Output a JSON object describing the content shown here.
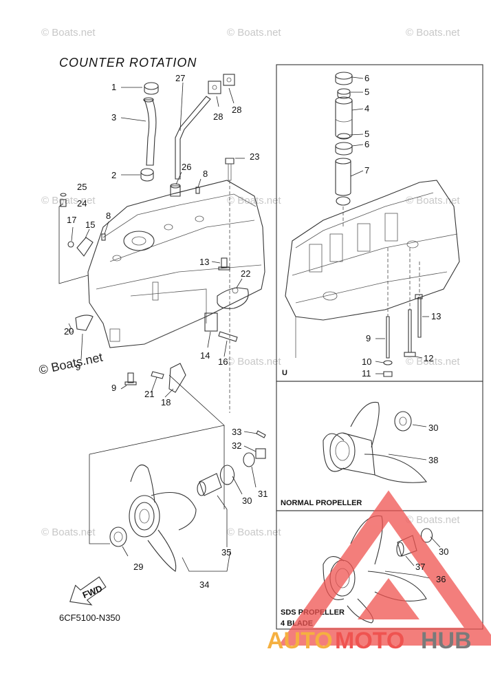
{
  "title": "COUNTER ROTATION",
  "code": "6CF5100-N350",
  "watermark": "© Boats.net",
  "panels": {
    "u_label": "U",
    "normal_propeller": "NORMAL PROPELLER",
    "sds_propeller": "SDS PROPELLER",
    "sds_blade": "4 BLADE"
  },
  "fwd": "FWD",
  "brand": {
    "part1": "AUTO",
    "part2": "MOTO",
    "part3": "HUB"
  },
  "labels": {
    "p1": "1",
    "p2": "2",
    "p3": "3",
    "p8a": "8",
    "p8b": "8",
    "p9a": "9",
    "p9b": "9",
    "p9c": "9",
    "p13a": "13",
    "p13b": "13",
    "p14": "14",
    "p15": "15",
    "p16": "16",
    "p17": "17",
    "p18": "18",
    "p20": "20",
    "p21": "21",
    "p22": "22",
    "p23": "23",
    "p24": "24",
    "p25": "25",
    "p26": "26",
    "p27": "27",
    "p28a": "28",
    "p28b": "28",
    "p29": "29",
    "p30a": "30",
    "p30b": "30",
    "p30c": "30",
    "p31": "31",
    "p32": "32",
    "p33": "33",
    "p34": "34",
    "p35": "35",
    "p36": "36",
    "p37": "37",
    "p38": "38",
    "u4": "4",
    "u5a": "5",
    "u5b": "5",
    "u6a": "6",
    "u6b": "6",
    "u7": "7",
    "u10": "10",
    "u11": "11",
    "u12": "12"
  }
}
